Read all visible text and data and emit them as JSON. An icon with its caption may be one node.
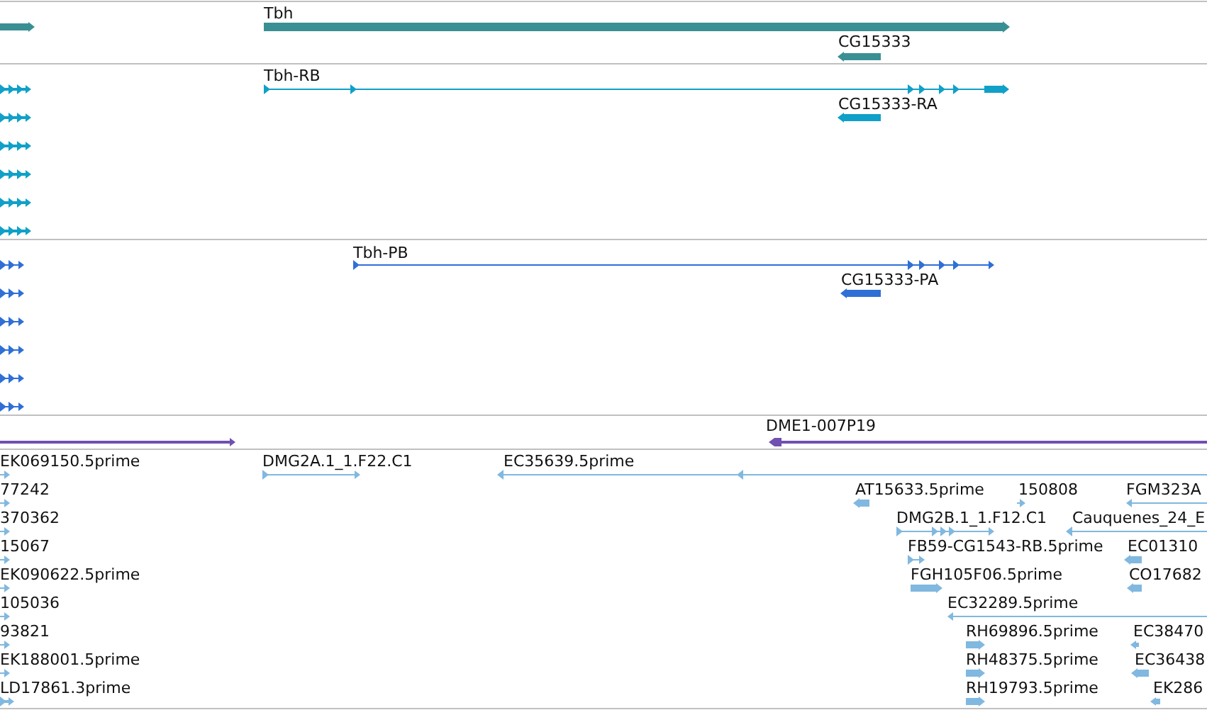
{
  "diagram": {
    "labels": [
      "Tbh",
      "CG15333",
      "Tbh-RB",
      "CG15333-RA",
      "Tbh-PB",
      "CG15333-PA",
      "DME1-007P19",
      "EK069150.5prime",
      "DMG2A.1_1.F22.C1",
      "EC35639.5prime",
      "77242",
      "AT15633.5prime",
      "150808",
      "FGM323A",
      "370362",
      "DMG2B.1_1.F12.C1",
      "Cauquenes_24_E",
      "15067",
      "FB59-CG1543-RB.5prime",
      "EC01310",
      "EK090622.5prime",
      "FGH105F06.5prime",
      "CO17682",
      "105036",
      "EC32289.5prime",
      "93821",
      "RH69896.5prime",
      "EC38470",
      "EK188001.5prime",
      "RH48375.5prime",
      "EC36438",
      "LD17861.3prime",
      "RH19793.5prime",
      "EK286"
    ]
  }
}
